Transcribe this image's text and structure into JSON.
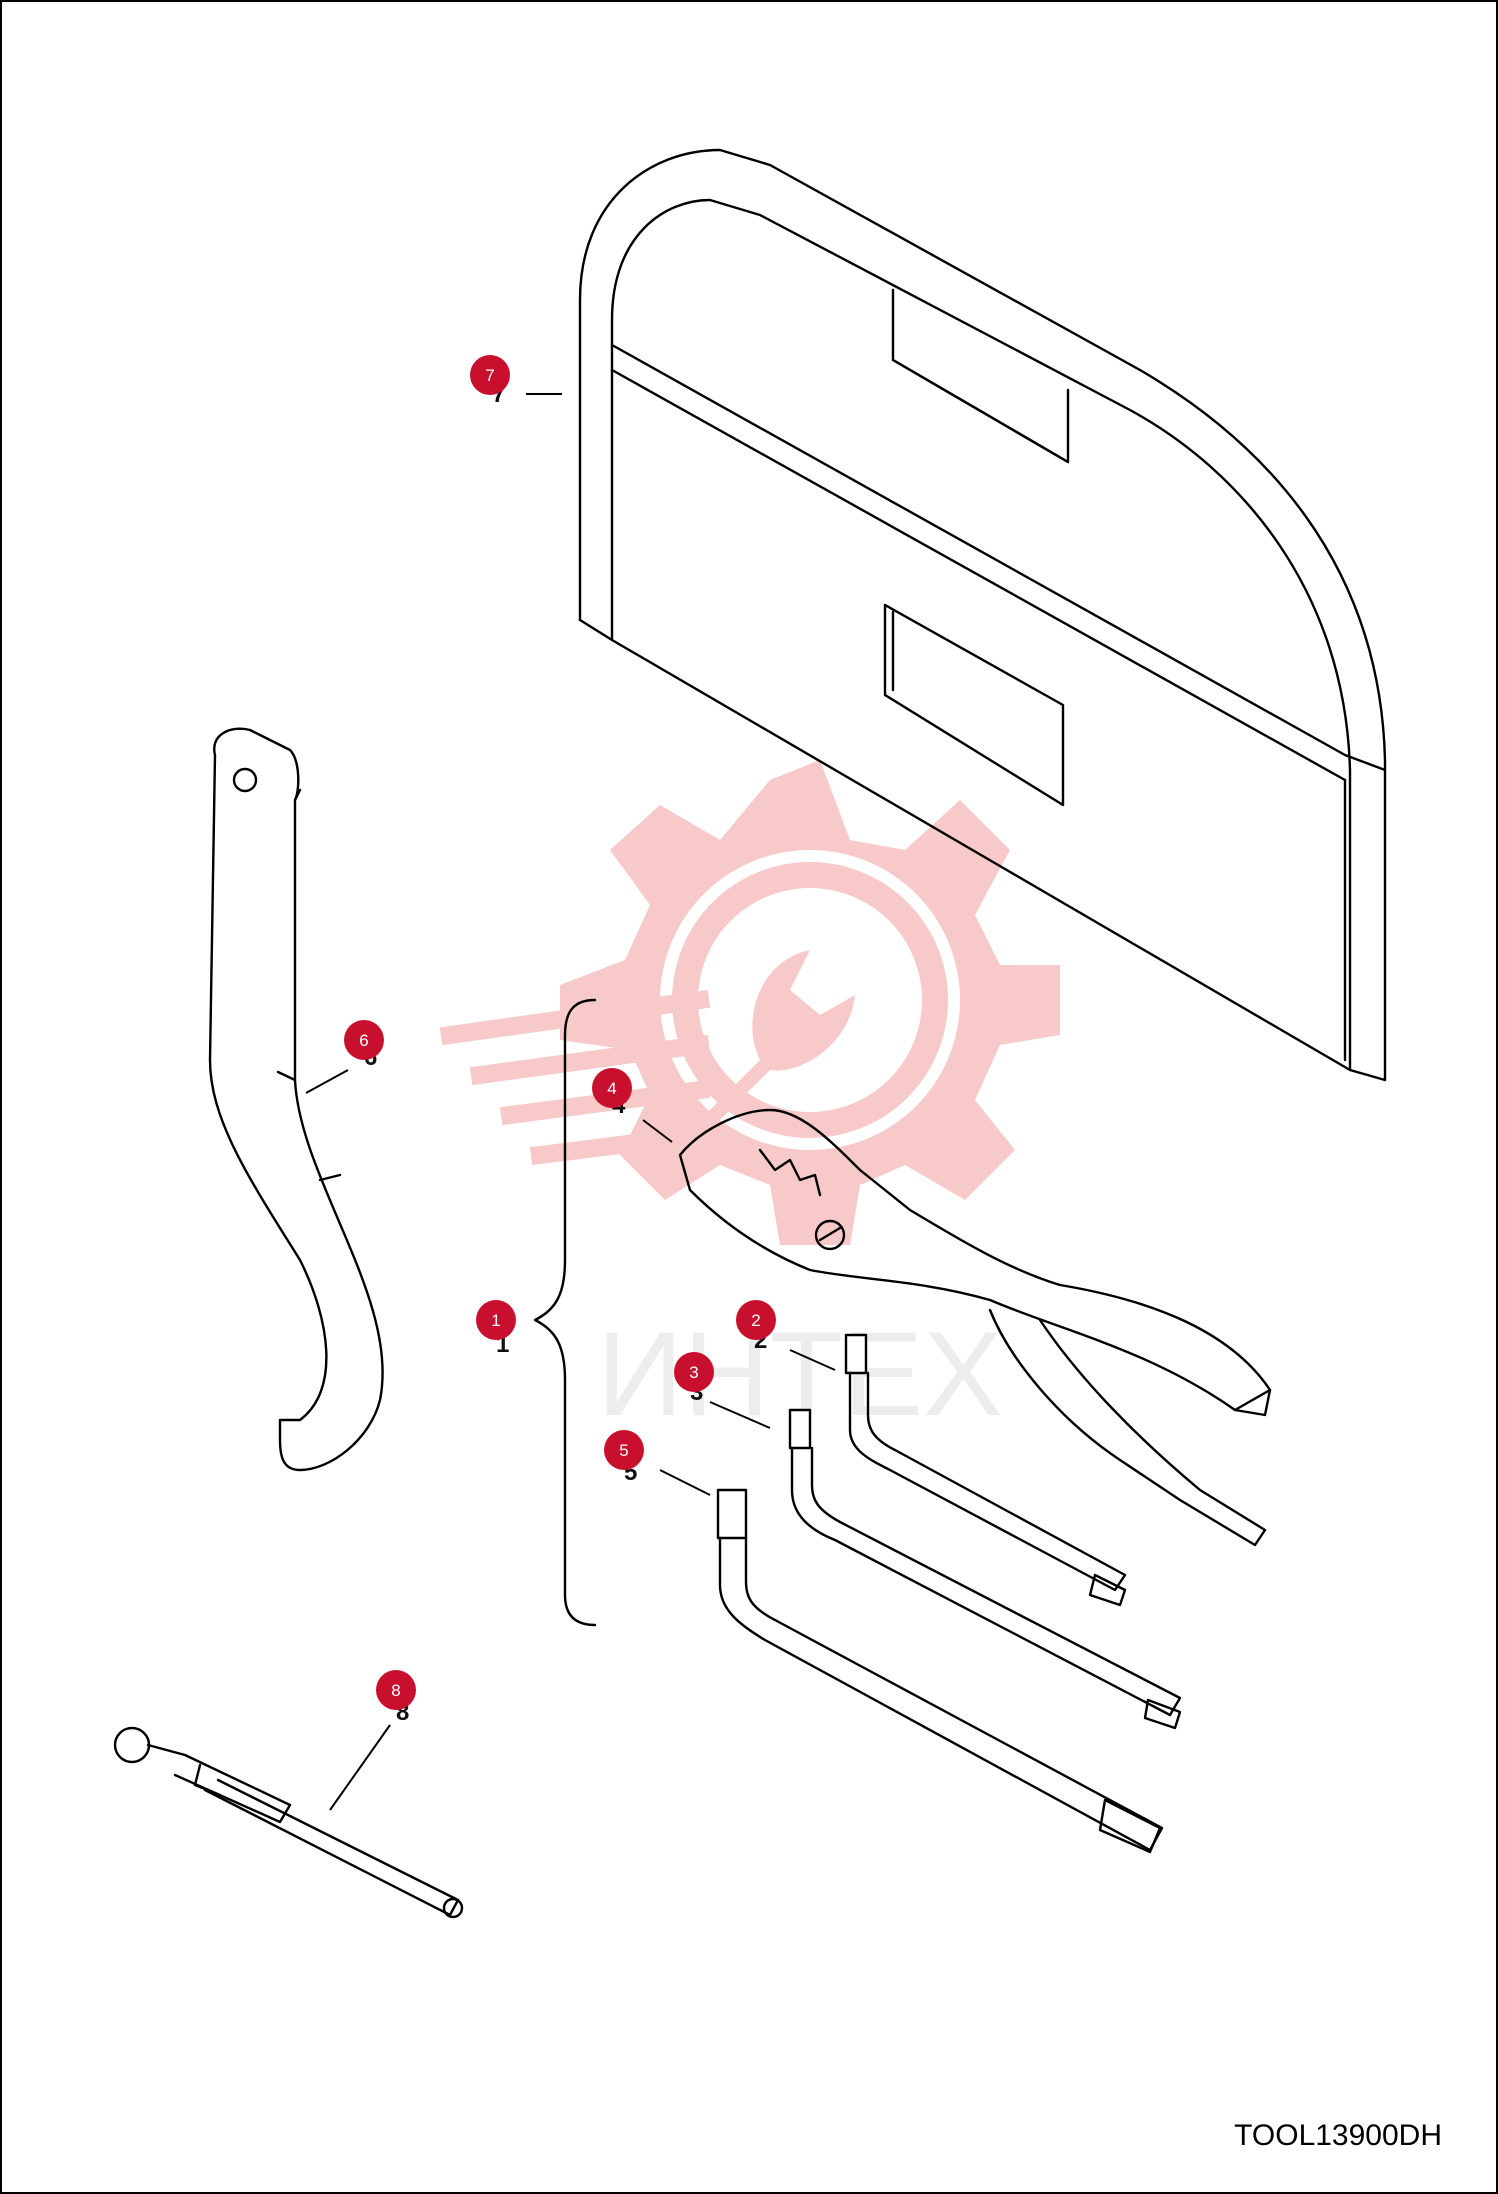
{
  "drawing": {
    "code": "TOOL13900DH",
    "watermark_text": "ИНТЕХ"
  },
  "callouts": [
    {
      "number": "1",
      "part": "tool-set-bracket"
    },
    {
      "number": "2",
      "part": "hex-key-small"
    },
    {
      "number": "3",
      "part": "hex-key-medium"
    },
    {
      "number": "4",
      "part": "pliers"
    },
    {
      "number": "5",
      "part": "hex-key-large"
    },
    {
      "number": "6",
      "part": "hook-spanner"
    },
    {
      "number": "7",
      "part": "tool-bag"
    },
    {
      "number": "8",
      "part": "screwdriver-handle-bar"
    }
  ],
  "colors": {
    "callout": "#c8102e",
    "line": "#000000",
    "watermark": "#f4b3b3"
  }
}
